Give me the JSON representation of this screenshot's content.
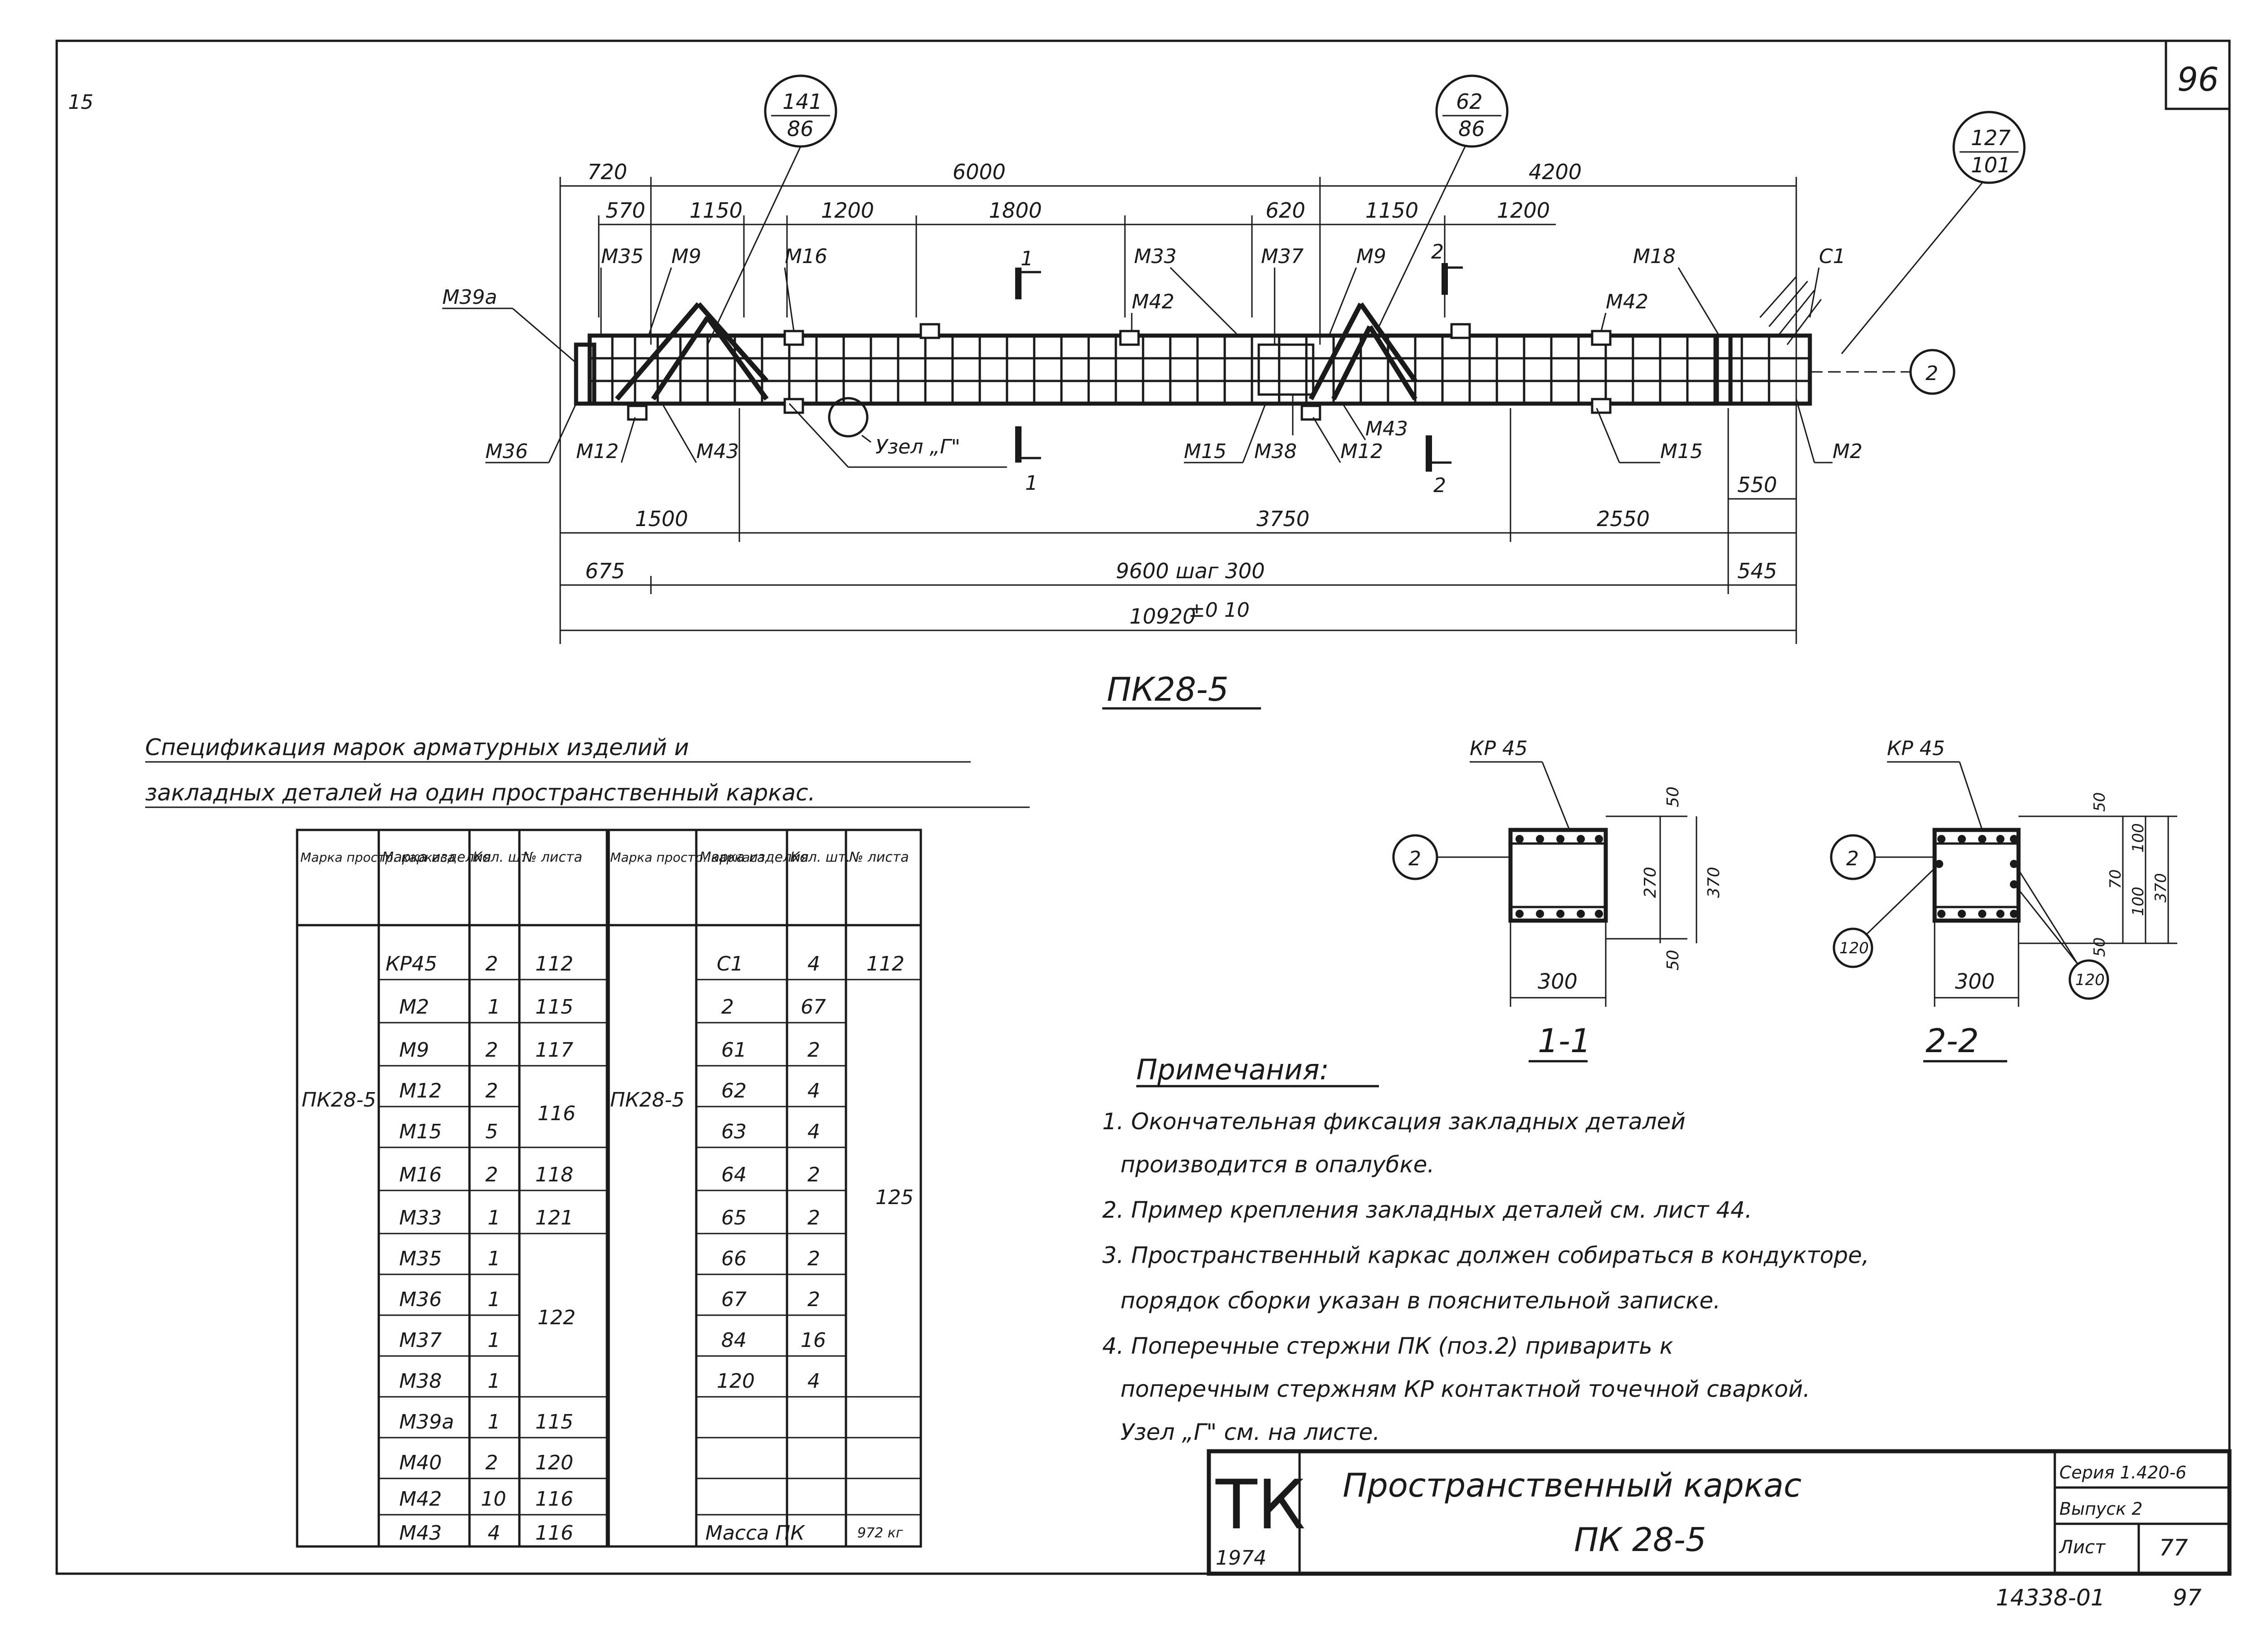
{
  "sheet": {
    "page_number": "96",
    "corner_mark": "15",
    "bottom_code": "14338-01",
    "bottom_number": "97"
  },
  "plan": {
    "title": "ПК28-5",
    "circle_callouts": [
      {
        "top": "141",
        "bottom": "86"
      },
      {
        "top": "62",
        "bottom": "86"
      },
      {
        "top": "127",
        "bottom": "101"
      }
    ],
    "dims_top_row1": [
      "720",
      "6000",
      "4200"
    ],
    "dims_top_row2": [
      "570",
      "1150",
      "1200",
      "1800",
      "620",
      "1150",
      "1200"
    ],
    "dims_bottom_row1": [
      "1500",
      "3750",
      "2550",
      "550"
    ],
    "dims_bottom_row2": [
      "675",
      "9600 шаг 300",
      "545"
    ],
    "total_length": "10920",
    "total_tol": "±0 10",
    "upper_labels": [
      "М39а",
      "М35",
      "М9",
      "М16",
      "М33",
      "М42",
      "М37",
      "М9",
      "М18",
      "М42",
      "С1"
    ],
    "lower_labels": [
      "М36",
      "М12",
      "М43",
      "Узел „Г\"",
      "М15",
      "М38",
      "М12",
      "М43",
      "М15",
      "М2"
    ],
    "section_marks": [
      "1",
      "1",
      "2",
      "2"
    ],
    "ref_circle": "2"
  },
  "sections": {
    "s1": {
      "kr": "КР 45",
      "title": "1-1",
      "width": "300",
      "dims": [
        "50",
        "270",
        "50",
        "370"
      ],
      "ref": "2"
    },
    "s2": {
      "kr": "КР 45",
      "title": "2-2",
      "width": "300",
      "dims": [
        "50",
        "100",
        "70",
        "100",
        "50",
        "370"
      ],
      "ref": "2",
      "ref2": "120",
      "ref3": "120"
    }
  },
  "spec": {
    "title_line1": "Спецификация марок арматурных изделий и",
    "title_line2": "закладных деталей на один пространственный каркас.",
    "headers": [
      "Марка простр. каркаса",
      "Марка изделия",
      "Кол. шт.",
      "№ листа",
      "Марка простр. каркаса",
      "Марка изделия",
      "Кол. шт.",
      "№ листа"
    ],
    "frame_mark": "ПК28-5",
    "left_rows": [
      {
        "item": "КР45",
        "qty": "2",
        "sheet": "112"
      },
      {
        "item": "М2",
        "qty": "1",
        "sheet": "115"
      },
      {
        "item": "М9",
        "qty": "2",
        "sheet": "117"
      },
      {
        "item": "М12",
        "qty": "2",
        "sheet": ""
      },
      {
        "item": "М15",
        "qty": "5",
        "sheet": ""
      },
      {
        "item": "М16",
        "qty": "2",
        "sheet": "118"
      },
      {
        "item": "М33",
        "qty": "1",
        "sheet": "121"
      },
      {
        "item": "М35",
        "qty": "1",
        "sheet": ""
      },
      {
        "item": "М36",
        "qty": "1",
        "sheet": ""
      },
      {
        "item": "М37",
        "qty": "1",
        "sheet": ""
      },
      {
        "item": "М38",
        "qty": "1",
        "sheet": ""
      },
      {
        "item": "М39а",
        "qty": "1",
        "sheet": "115"
      },
      {
        "item": "М40",
        "qty": "2",
        "sheet": "120"
      },
      {
        "item": "М42",
        "qty": "10",
        "sheet": "116"
      },
      {
        "item": "М43",
        "qty": "4",
        "sheet": "116"
      }
    ],
    "left_merged_sheets": [
      "116",
      "122"
    ],
    "right_rows": [
      {
        "item": "С1",
        "qty": "4",
        "sheet": "112"
      },
      {
        "item": "2",
        "qty": "67",
        "sheet": ""
      },
      {
        "item": "61",
        "qty": "2",
        "sheet": ""
      },
      {
        "item": "62",
        "qty": "4",
        "sheet": ""
      },
      {
        "item": "63",
        "qty": "4",
        "sheet": ""
      },
      {
        "item": "64",
        "qty": "2",
        "sheet": ""
      },
      {
        "item": "65",
        "qty": "2",
        "sheet": ""
      },
      {
        "item": "66",
        "qty": "2",
        "sheet": ""
      },
      {
        "item": "67",
        "qty": "2",
        "sheet": ""
      },
      {
        "item": "84",
        "qty": "16",
        "sheet": ""
      },
      {
        "item": "120",
        "qty": "4",
        "sheet": ""
      }
    ],
    "right_merged_sheet": "125",
    "mass": "Масса ПК",
    "mass_value": "972 кг"
  },
  "notes": {
    "title": "Примечания:",
    "lines": [
      "1. Окончательная фиксация закладных деталей",
      "производится в опалубке.",
      "2. Пример крепления закладных деталей см. лист 44.",
      "3. Пространственный каркас должен собираться в кондукторе,",
      "порядок сборки указан в пояснительной записке.",
      "4.                Поперечные стержни ПК (поз.2) приварить к",
      "поперечным стержням КР контактной точечной сваркой.",
      "Узел „Г\" см. на листе."
    ]
  },
  "stamp": {
    "logo": "ТК",
    "year": "1974",
    "title1": "Пространственный каркас",
    "title2": "ПК 28-5",
    "series": "Серия 1.420-6",
    "issue": "Выпуск 2",
    "sheet_label": "Лист",
    "sheet_value": "77"
  }
}
